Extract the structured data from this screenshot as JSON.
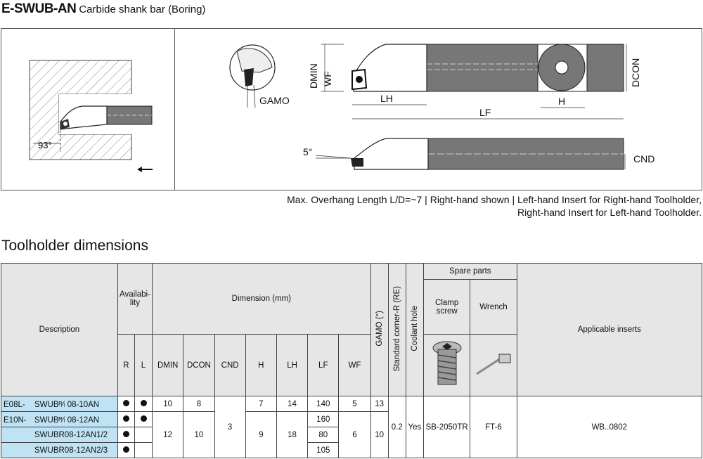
{
  "header": {
    "code": "E-SWUB-AN",
    "subtitle": "Carbide shank bar (Boring)"
  },
  "figure": {
    "left_angle": "93°",
    "labels": {
      "gamo": "GAMO",
      "dmin": "DMIN",
      "wf": "WF",
      "lh": "LH",
      "lf": "LF",
      "h": "H",
      "dcon": "DCON",
      "cnd": "CND",
      "angle5": "5°"
    }
  },
  "note": {
    "line1": "Max. Overhang Length L/D=~7 | Right-hand shown | Left-hand Insert for Right-hand Toolholder,",
    "line2": "Right-hand Insert for Left-hand Toolholder."
  },
  "section": {
    "title": "Toolholder dimensions"
  },
  "table": {
    "h_description": "Description",
    "h_availability": "Availabi-lity",
    "h_dimension": "Dimension (mm)",
    "h_gamo": "GAMO (°)",
    "h_re": "Standard corner-R (RE)",
    "h_coolant": "Coolant hole",
    "h_spare": "Spare parts",
    "h_clamp": "Clamp screw",
    "h_wrench": "Wrench",
    "h_inserts": "Applicable inserts",
    "h_r": "R",
    "h_l": "L",
    "h_dmin": "DMIN",
    "h_dcon": "DCON",
    "h_cnd": "CND",
    "h_h": "H",
    "h_lh": "LH",
    "h_lf": "LF",
    "h_wf": "WF",
    "rows": [
      {
        "prefix": "E08L-",
        "name": "SWUBᴿ⁄ₗ 08-10AN",
        "dmin": "10",
        "dcon": "8",
        "h": "7",
        "lh": "14",
        "lf": "140",
        "wf": "5",
        "gamo": "13"
      },
      {
        "prefix": "E10N-",
        "name": "SWUBᴿ⁄ₗ 08-12AN",
        "dmin": "12",
        "dcon": "10",
        "h": "9",
        "lh": "18",
        "lf": "160",
        "wf": "6",
        "gamo": "10"
      },
      {
        "prefix": "",
        "name": "SWUBR08-12AN1/2",
        "lf": "80"
      },
      {
        "prefix": "",
        "name": "SWUBR08-12AN2/3",
        "lf": "105"
      }
    ],
    "cnd": "3",
    "re": "0.2",
    "coolant": "Yes",
    "clamp": "SB-2050TR",
    "wrench": "FT-6",
    "inserts": "WB..0802"
  }
}
